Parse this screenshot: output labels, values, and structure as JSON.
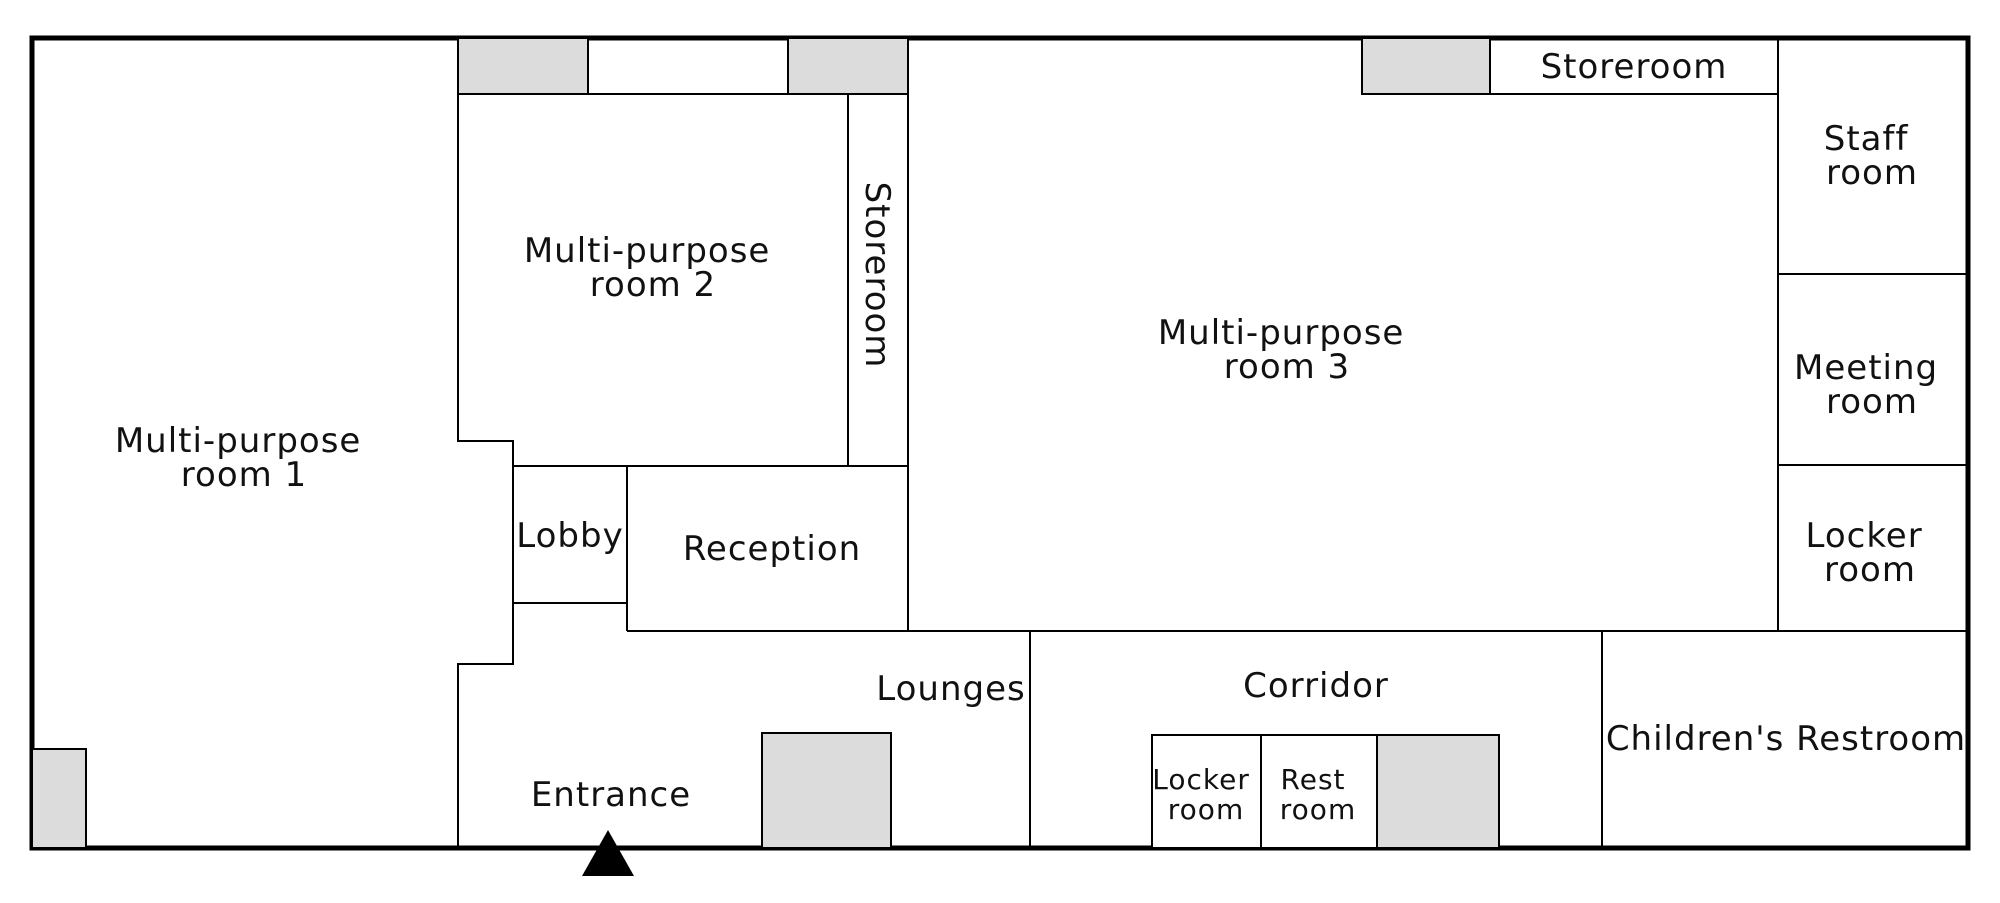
{
  "plan": {
    "rooms": {
      "mpr1": {
        "line1": "Multi-purpose",
        "line2": "room 1"
      },
      "mpr2": {
        "line1": "Multi-purpose",
        "line2": "room 2"
      },
      "mpr3": {
        "line1": "Multi-purpose",
        "line2": "room 3"
      },
      "storeroom_vertical": "Storeroom",
      "storeroom_top": "Storeroom",
      "staff_room": {
        "line1": "Staff",
        "line2": "room"
      },
      "meeting_room": {
        "line1": "Meeting",
        "line2": "room"
      },
      "locker_room_right": {
        "line1": "Locker",
        "line2": "room"
      },
      "lobby": "Lobby",
      "reception": "Reception",
      "lounges": "Lounges",
      "corridor": "Corridor",
      "childrens_restroom": "Children's Restroom",
      "entrance": "Entrance",
      "locker_room_small": {
        "line1": "Locker",
        "line2": "room"
      },
      "rest_room": {
        "line1": "Rest",
        "line2": "room"
      }
    },
    "colors": {
      "wall": "#000000",
      "fixture_fill": "#dcdcdc",
      "background": "#ffffff"
    },
    "icons": {
      "entrance_marker": "triangle-up-icon"
    }
  }
}
